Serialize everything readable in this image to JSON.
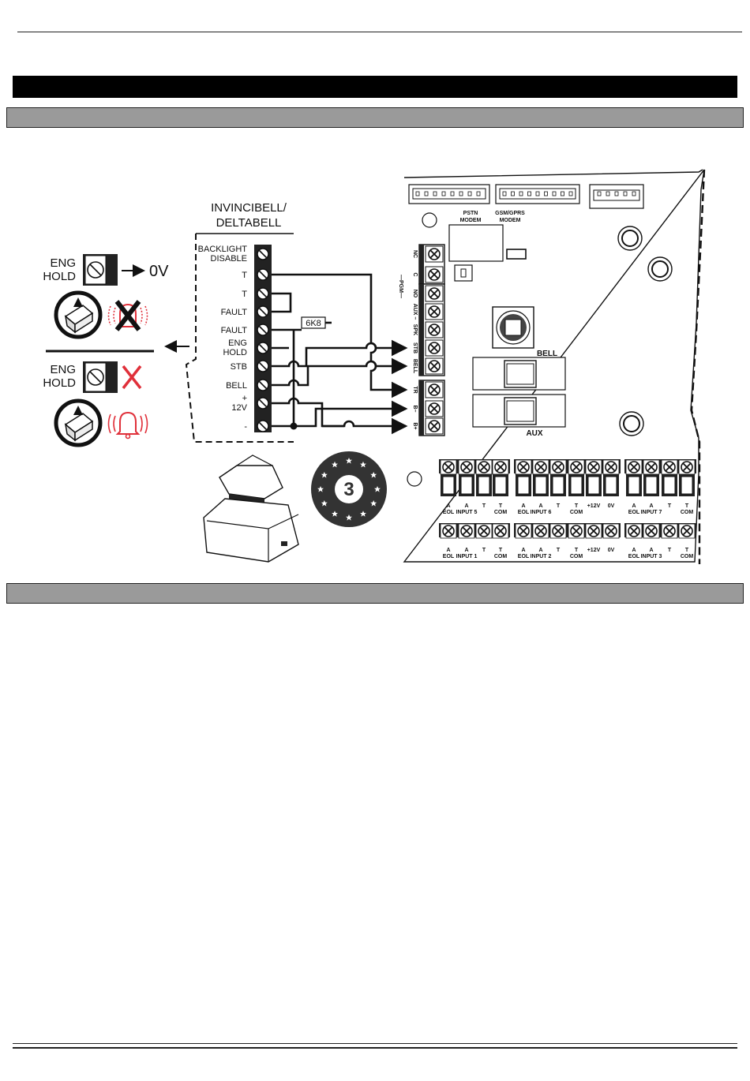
{
  "bell_module": {
    "title_line1": "INVINCIBELL/",
    "title_line2": "DELTABELL",
    "terminals": [
      {
        "line1": "BACKLIGHT",
        "line2": "DISABLE"
      },
      {
        "line1": "T",
        "line2": ""
      },
      {
        "line1": "T",
        "line2": ""
      },
      {
        "line1": "FAULT",
        "line2": ""
      },
      {
        "line1": "FAULT",
        "line2": ""
      },
      {
        "line1": "ENG",
        "line2": "HOLD"
      },
      {
        "line1": "STB",
        "line2": ""
      },
      {
        "line1": "BELL",
        "line2": ""
      },
      {
        "line1": "+",
        "line2": "12V"
      },
      {
        "line1": "-",
        "line2": ""
      }
    ],
    "resistor": "6K8"
  },
  "legend": {
    "top": {
      "line1": "ENG",
      "line2": "HOLD",
      "arrow_target": "0V"
    },
    "bottom": {
      "line1": "ENG",
      "line2": "HOLD"
    },
    "badge_number": "3"
  },
  "panel": {
    "connectors": {
      "pstn": [
        "PSTN",
        "MODEM"
      ],
      "gsm": [
        "GSM/GPRS",
        "MODEM"
      ]
    },
    "side_terminals": [
      "NC",
      "C",
      "NO",
      "AUX –",
      "SPK",
      "STB",
      "BELL",
      "TR",
      "B–",
      "B+"
    ],
    "pgm_label": "—PGM—",
    "bell_label": "BELL",
    "aux_label": "AUX",
    "top_row": [
      {
        "a": "A",
        "b": "EOL"
      },
      {
        "a": "A",
        "b": "INPUT 5"
      },
      {
        "a": "T",
        "b": ""
      },
      {
        "a": "T",
        "b": "COM"
      },
      {
        "a": "A",
        "b": "EOL"
      },
      {
        "a": "A",
        "b": "INPUT 6"
      },
      {
        "a": "T",
        "b": ""
      },
      {
        "a": "T",
        "b": "COM"
      },
      {
        "a": "+12V",
        "b": ""
      },
      {
        "a": "0V",
        "b": ""
      },
      {
        "a": "A",
        "b": "EOL"
      },
      {
        "a": "A",
        "b": "INPUT 7"
      },
      {
        "a": "T",
        "b": ""
      },
      {
        "a": "T",
        "b": "COM"
      }
    ],
    "bottom_row": [
      {
        "a": "A",
        "b": "EOL"
      },
      {
        "a": "A",
        "b": "INPUT 1"
      },
      {
        "a": "T",
        "b": ""
      },
      {
        "a": "T",
        "b": "COM"
      },
      {
        "a": "A",
        "b": "EOL"
      },
      {
        "a": "A",
        "b": "INPUT 2"
      },
      {
        "a": "T",
        "b": ""
      },
      {
        "a": "T",
        "b": "COM"
      },
      {
        "a": "+12V",
        "b": ""
      },
      {
        "a": "0V",
        "b": ""
      },
      {
        "a": "A",
        "b": "EOL"
      },
      {
        "a": "A",
        "b": "INPUT 3"
      },
      {
        "a": "T",
        "b": ""
      },
      {
        "a": "T",
        "b": "COM"
      }
    ]
  },
  "colors": {
    "alarm_red": "#e0303a",
    "header_black": "#000000",
    "section_grey": "#9a9a9a"
  }
}
